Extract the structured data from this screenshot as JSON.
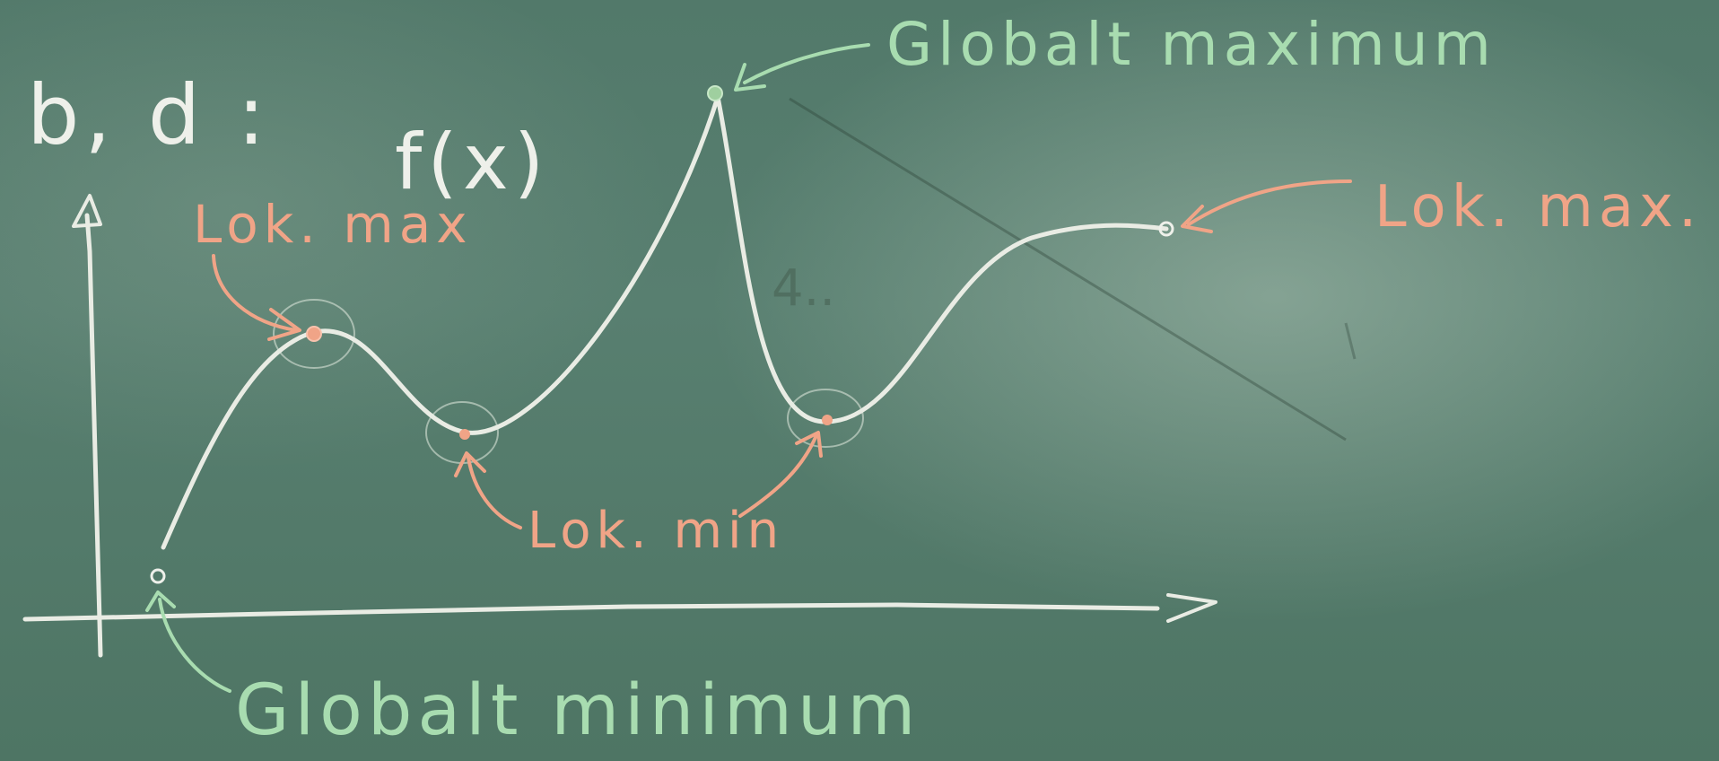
{
  "board": {
    "heading": "b, d :",
    "function_label": "f(x)",
    "labels": {
      "local_max_left": "Lok. max",
      "local_max_right": "Lok. max.",
      "local_min": "Lok. min",
      "global_max": "Globalt maximum",
      "global_min": "Globalt minimum"
    },
    "faint_text": "4.."
  },
  "colors": {
    "board": "#4d7361",
    "chalk_white": "#e9ece4",
    "chalk_orange": "#f0a487",
    "chalk_green": "#a8dcb0"
  }
}
